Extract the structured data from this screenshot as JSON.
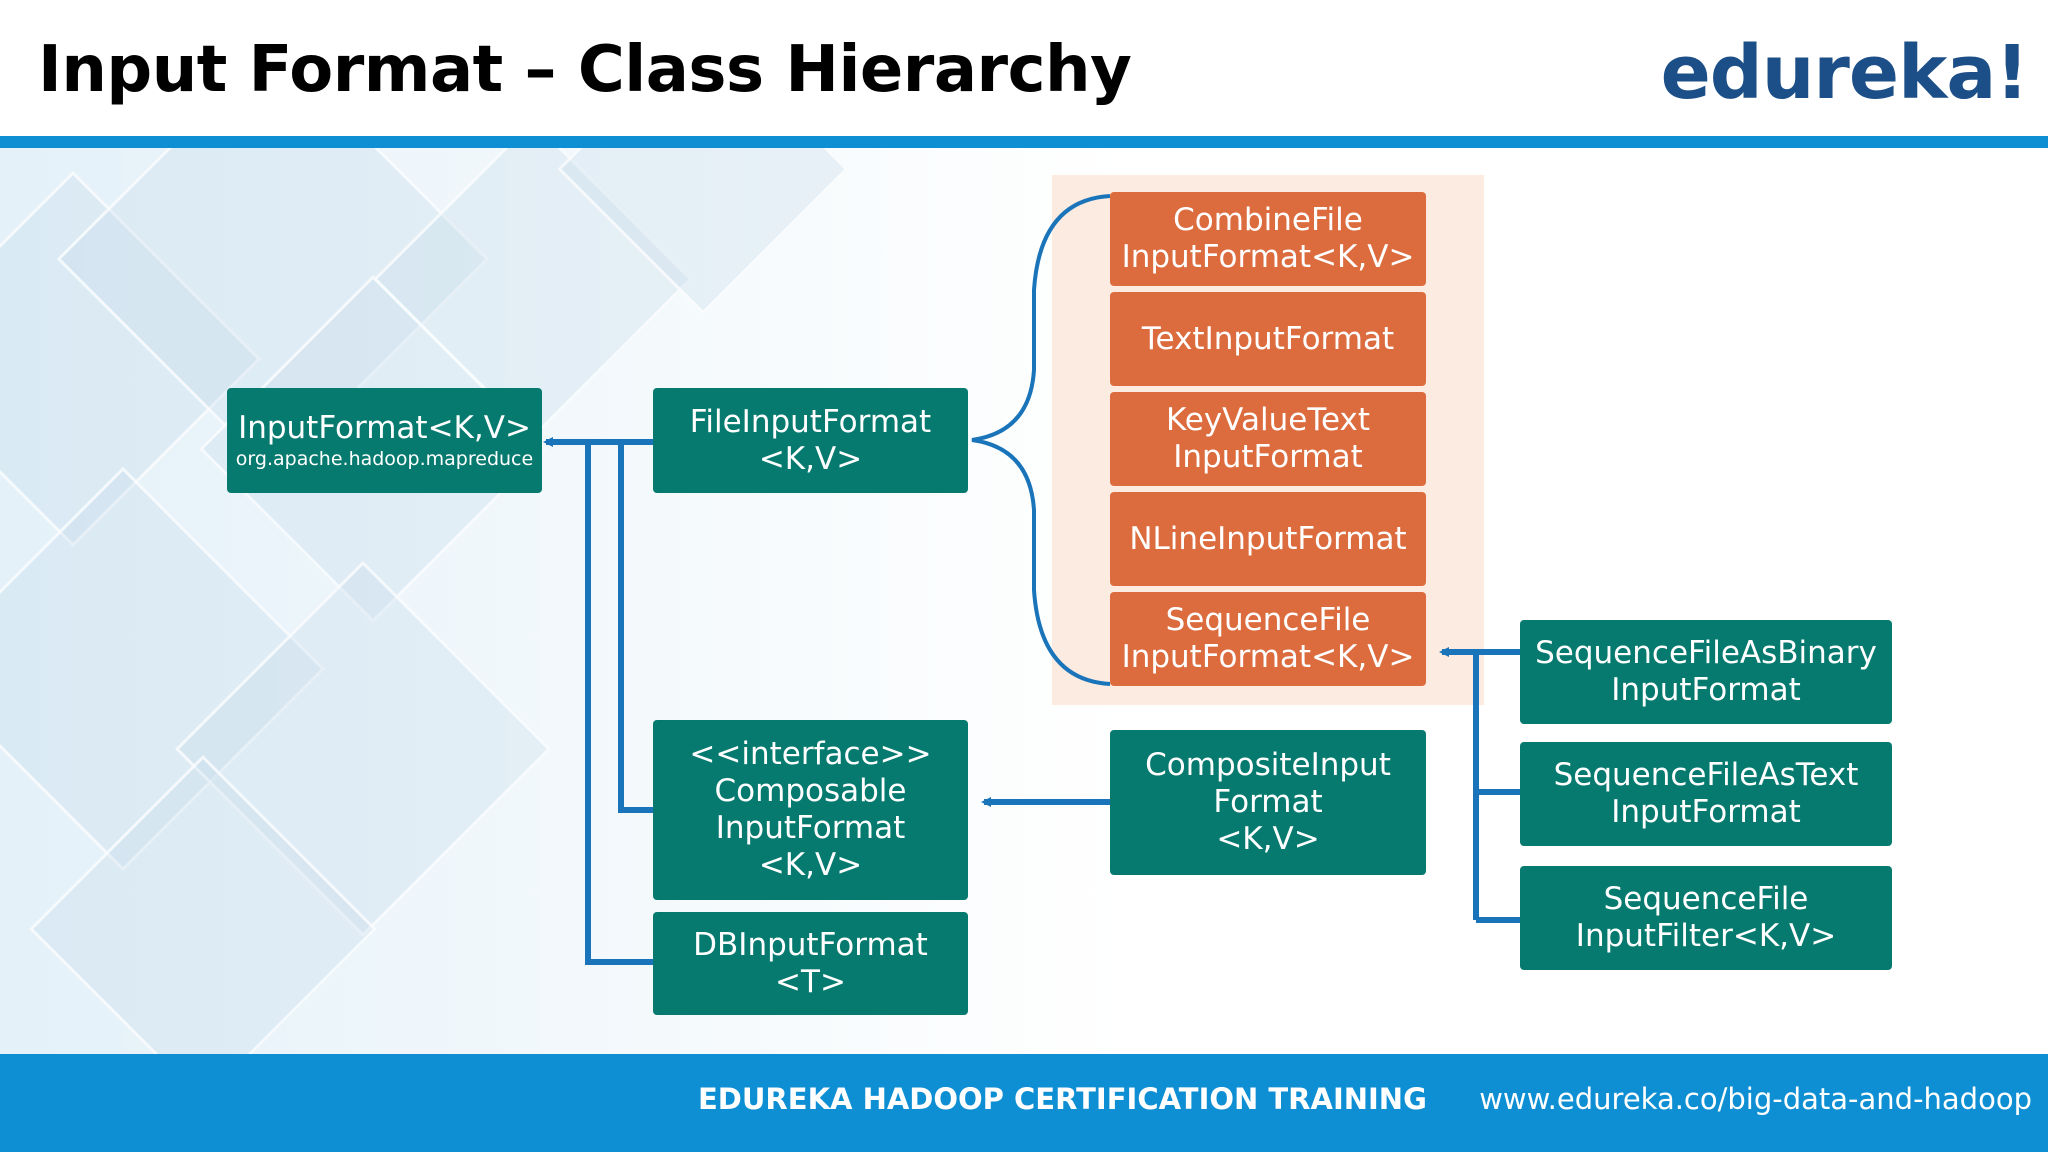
{
  "header": {
    "title": "Input Format – Class Hierarchy",
    "logo": "edureka!"
  },
  "footer": {
    "title": "EDUREKA HADOOP CERTIFICATION TRAINING",
    "url": "www.edureka.co/big-data-and-hadoop"
  },
  "colors": {
    "teal": "#067a6f",
    "orange": "#dc6b3e",
    "blue_accent": "#0e8fd3",
    "logo": "#1c4f87",
    "connector": "#1a74b9"
  },
  "diagram": {
    "input_format": {
      "line1": "InputFormat<K,V>",
      "line2": "org.apache.hadoop.mapreduce"
    },
    "file_input_format": {
      "line1": "FileInputFormat",
      "line2": "<K,V>"
    },
    "composable_input_format": {
      "line1": "<<interface>>",
      "line2": "Composable",
      "line3": "InputFormat",
      "line4": "<K,V>"
    },
    "db_input_format": {
      "line1": "DBInputFormat",
      "line2": "<T>"
    },
    "combine_file_input_format": {
      "line1": "CombineFile",
      "line2": "InputFormat<K,V>"
    },
    "text_input_format": {
      "line1": "TextInputFormat"
    },
    "key_value_text_input_format": {
      "line1": "KeyValueText",
      "line2": "InputFormat"
    },
    "nline_input_format": {
      "line1": "NLineInputFormat"
    },
    "sequence_file_input_format": {
      "line1": "SequenceFile",
      "line2": "InputFormat<K,V>"
    },
    "composite_input_format": {
      "line1": "CompositeInput",
      "line2": "Format",
      "line3": "<K,V>"
    },
    "sequence_file_as_binary_input_format": {
      "line1": "SequenceFileAsBinary",
      "line2": "InputFormat"
    },
    "sequence_file_as_text_input_format": {
      "line1": "SequenceFileAsText",
      "line2": "InputFormat"
    },
    "sequence_file_input_filter": {
      "line1": "SequenceFile",
      "line2": "InputFilter<K,V>"
    }
  }
}
